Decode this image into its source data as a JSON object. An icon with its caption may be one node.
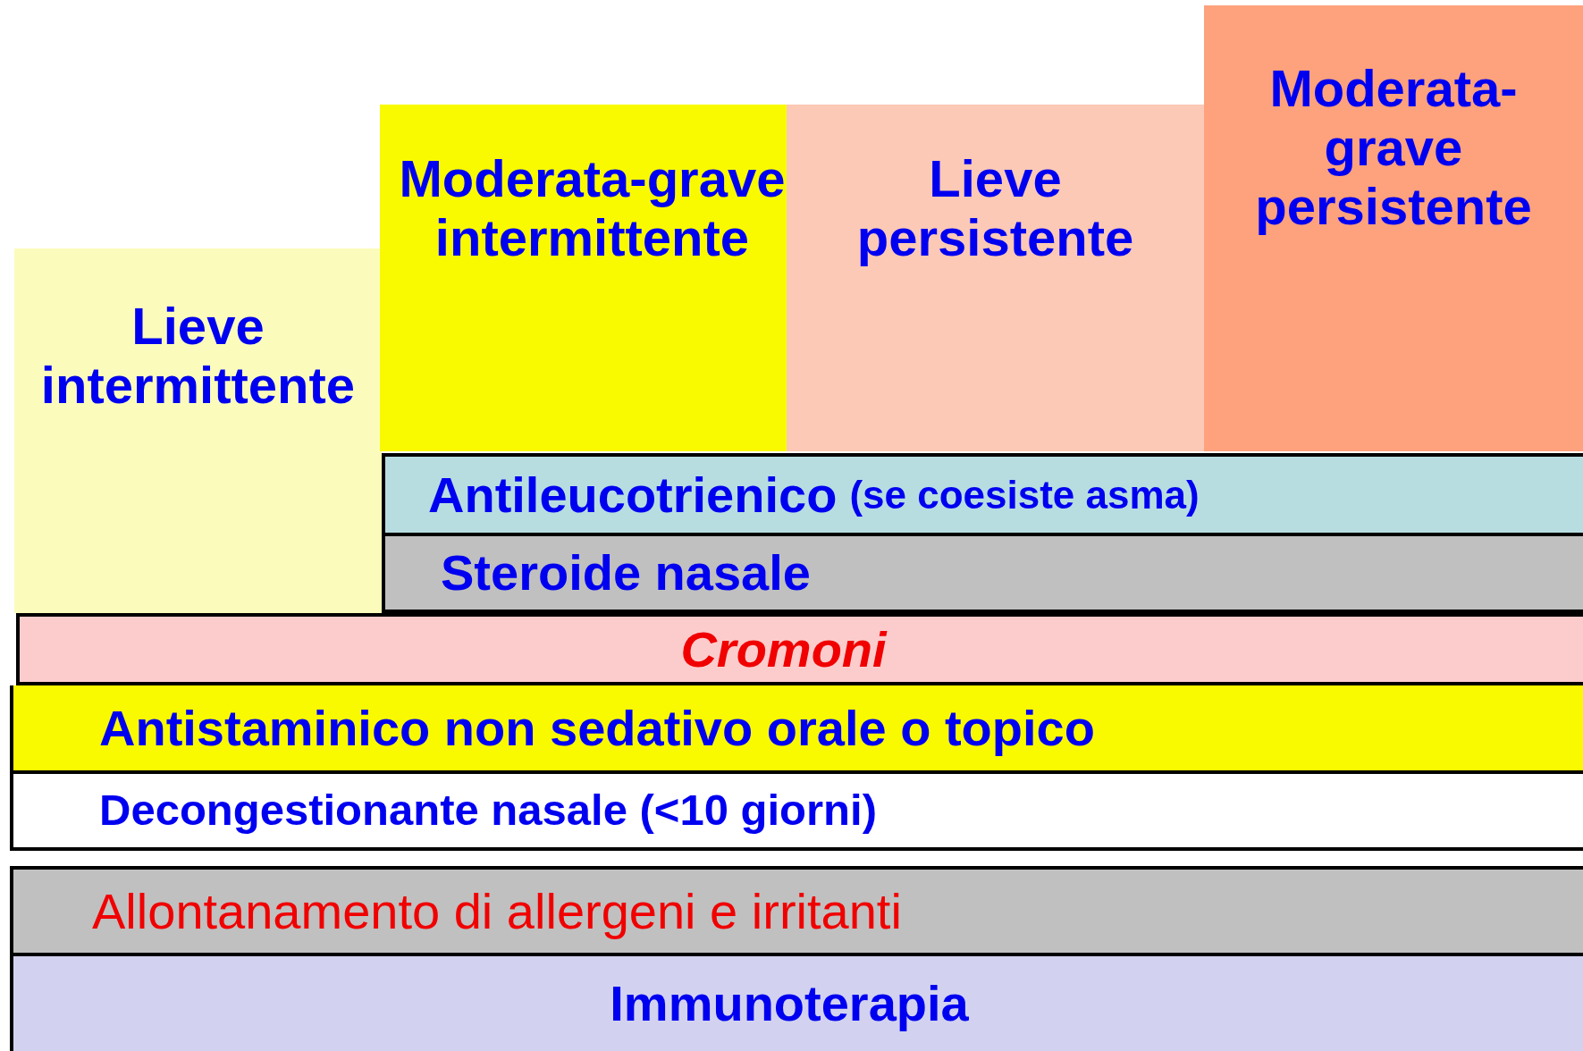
{
  "diagram": {
    "nodes": [
      {
        "text": [
          "Lieve intermittente"
        ]
      },
      {
        "text": [
          "Moderata-grave intermittente"
        ]
      },
      {
        "text": [
          "Lieve persistente"
        ]
      },
      {
        "text": [
          "Moderata-grave persistente"
        ]
      },
      {
        "text": [
          "Antileucotrienico",
          "(se coesiste asma)"
        ]
      },
      {
        "text": [
          "Steroide nasale"
        ]
      },
      {
        "text": [
          "Cromoni"
        ]
      },
      {
        "text": [
          "Antistaminico non sedativo orale o topico"
        ]
      },
      {
        "text": [
          "Decongestionante nasale (<10 giorni)"
        ]
      },
      {
        "text": [
          "Allontanamento di allergeni e irritanti"
        ]
      },
      {
        "text": [
          "Immunoterapia"
        ]
      }
    ]
  }
}
